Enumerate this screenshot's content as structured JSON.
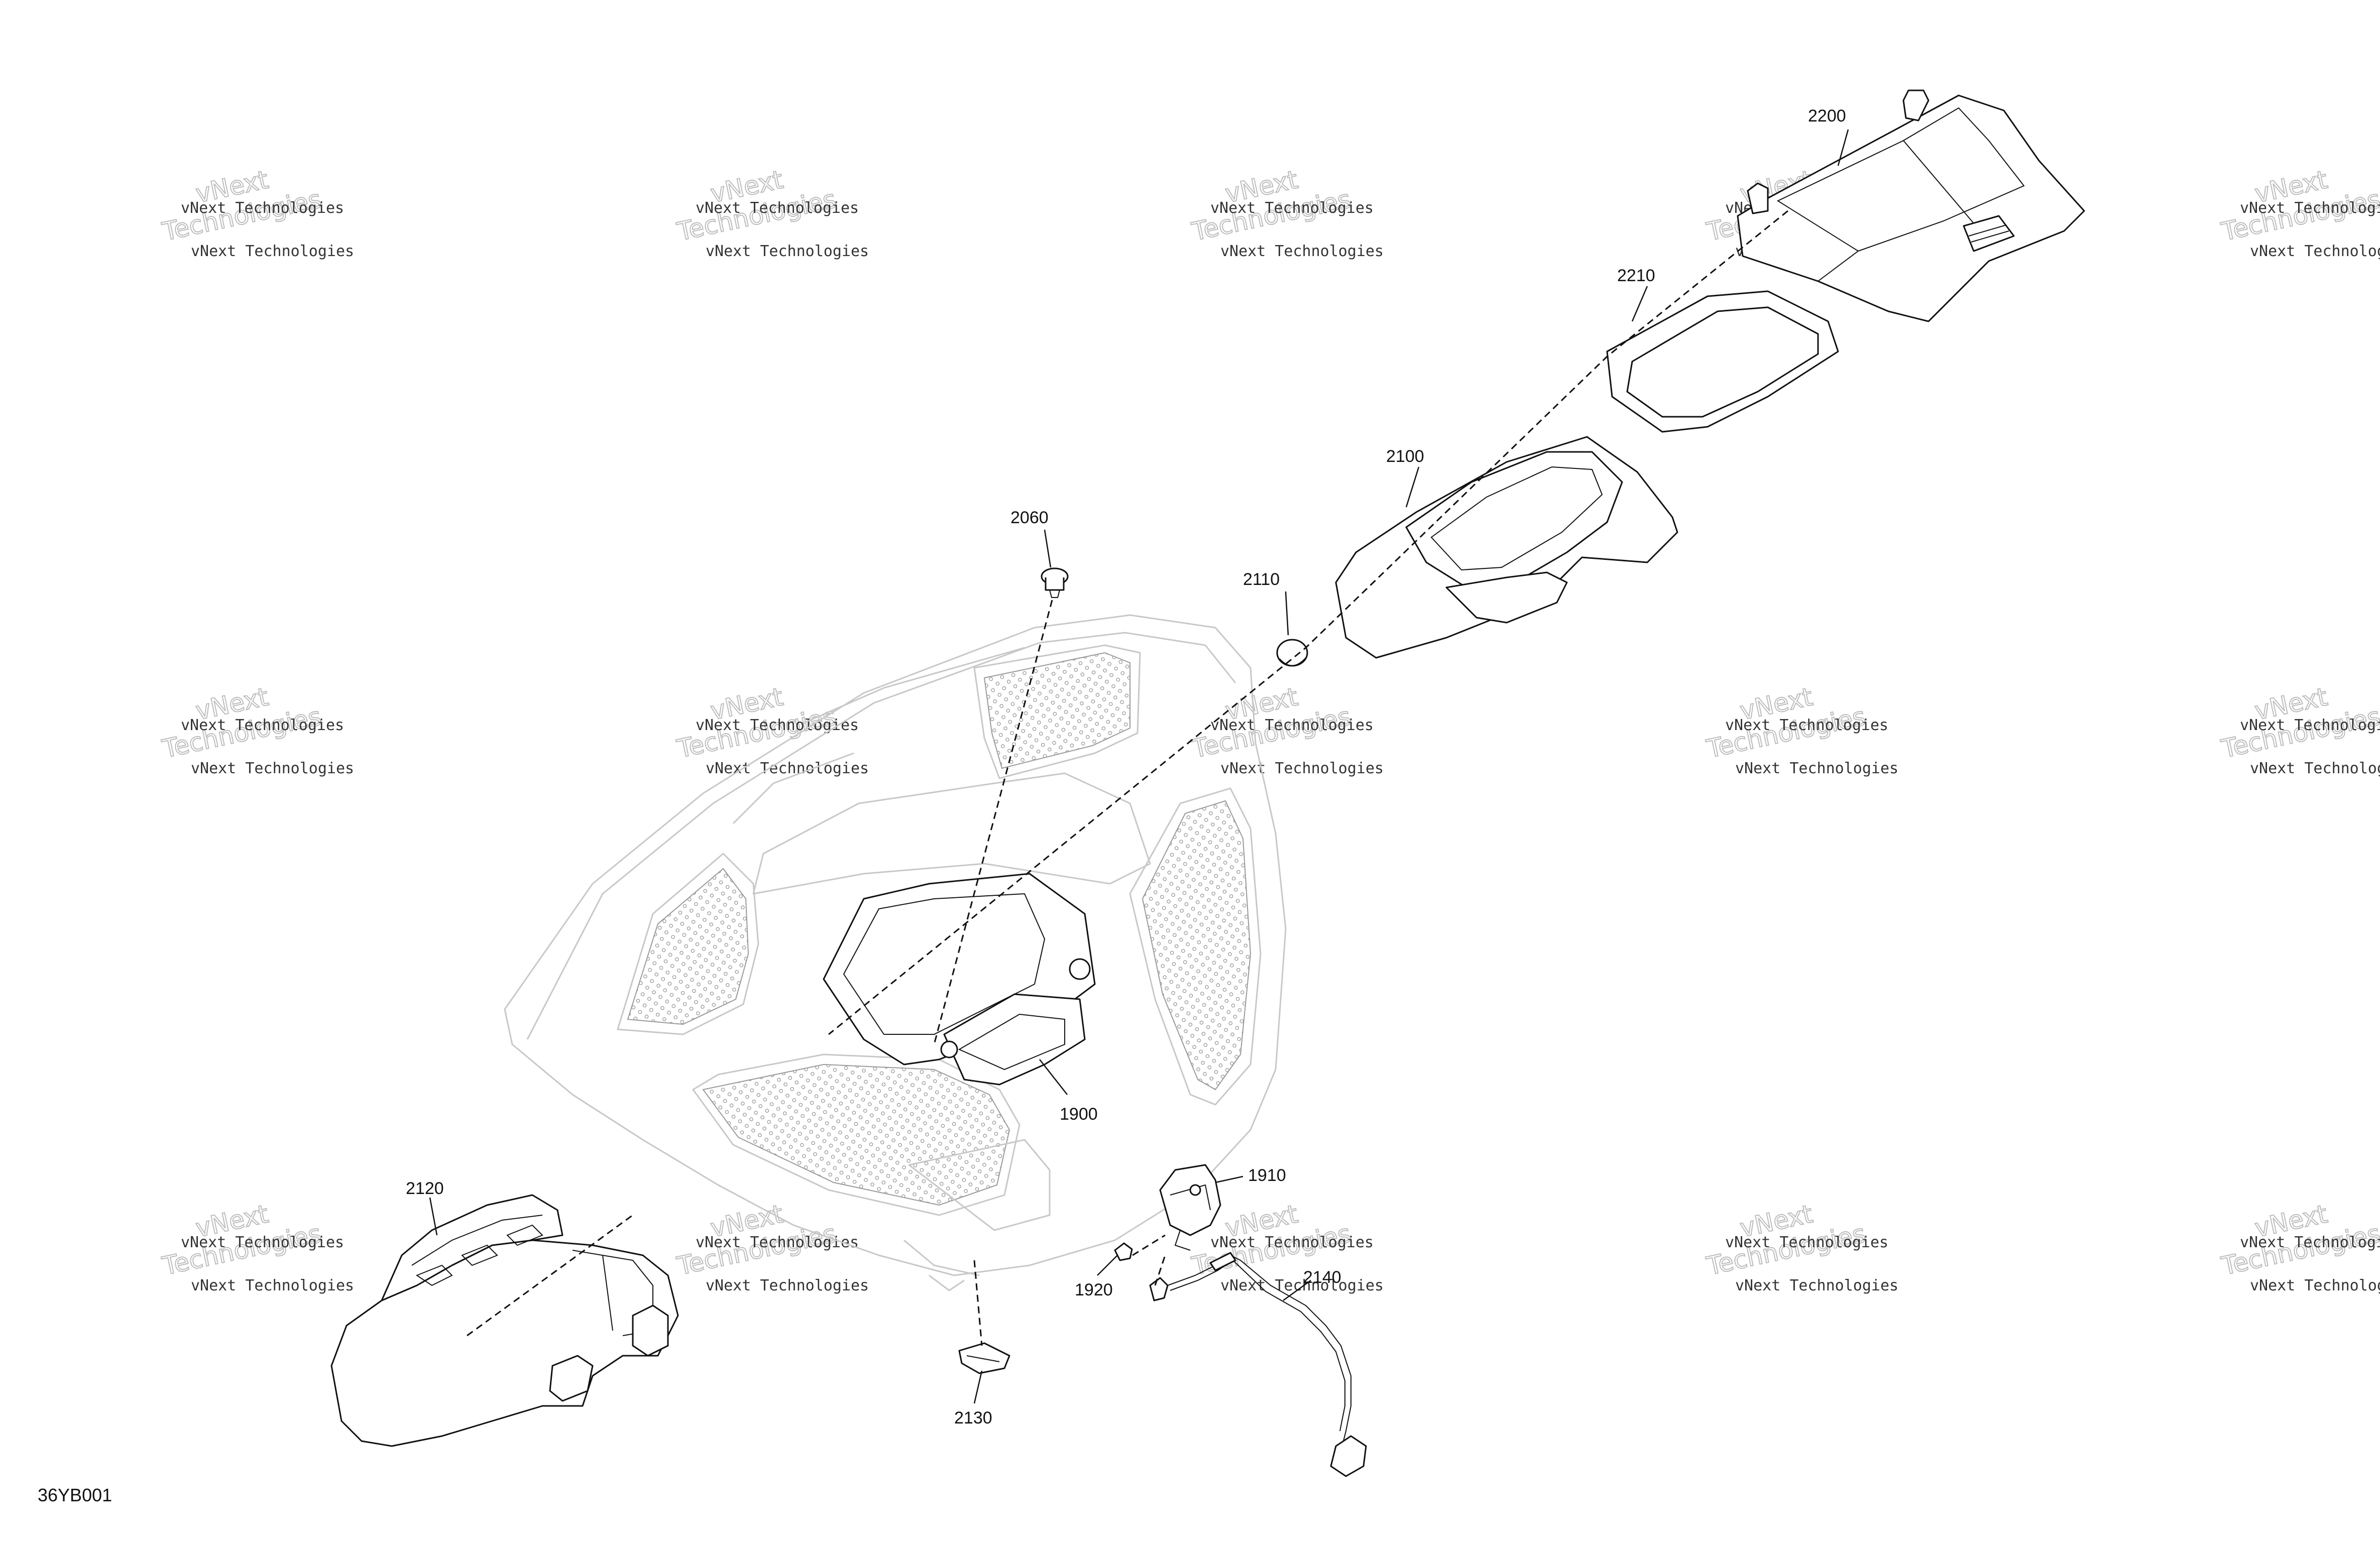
{
  "diagram_code": "36YB001",
  "watermark": {
    "text_small": "vNext Technologies",
    "text_large_1": "vNext",
    "text_large_2": "Technologies"
  },
  "callouts": [
    {
      "id": "2200",
      "label": "2200"
    },
    {
      "id": "2210",
      "label": "2210"
    },
    {
      "id": "2100",
      "label": "2100"
    },
    {
      "id": "2110",
      "label": "2110"
    },
    {
      "id": "2060",
      "label": "2060"
    },
    {
      "id": "1900",
      "label": "1900"
    },
    {
      "id": "1910",
      "label": "1910"
    },
    {
      "id": "1920",
      "label": "1920"
    },
    {
      "id": "2140",
      "label": "2140"
    },
    {
      "id": "2120",
      "label": "2120"
    },
    {
      "id": "2130",
      "label": "2130"
    }
  ]
}
